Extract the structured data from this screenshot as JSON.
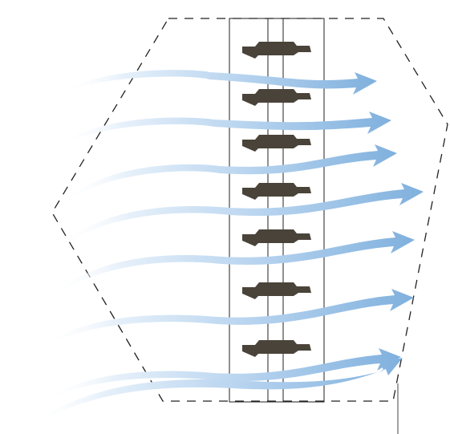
{
  "diagram": {
    "description_text": "",
    "elements": {
      "boundary": "dashed-hexagon",
      "frame": "vertical-rack",
      "louver_count": 7,
      "airflow_arrow_count": 8
    },
    "colors": {
      "airflow": "#7fb0dd",
      "airflow_light": "#e6f0fa",
      "louver": "#4a4339",
      "frame_line": "#222222",
      "boundary_line": "#222222",
      "background": "#ffffff"
    }
  }
}
